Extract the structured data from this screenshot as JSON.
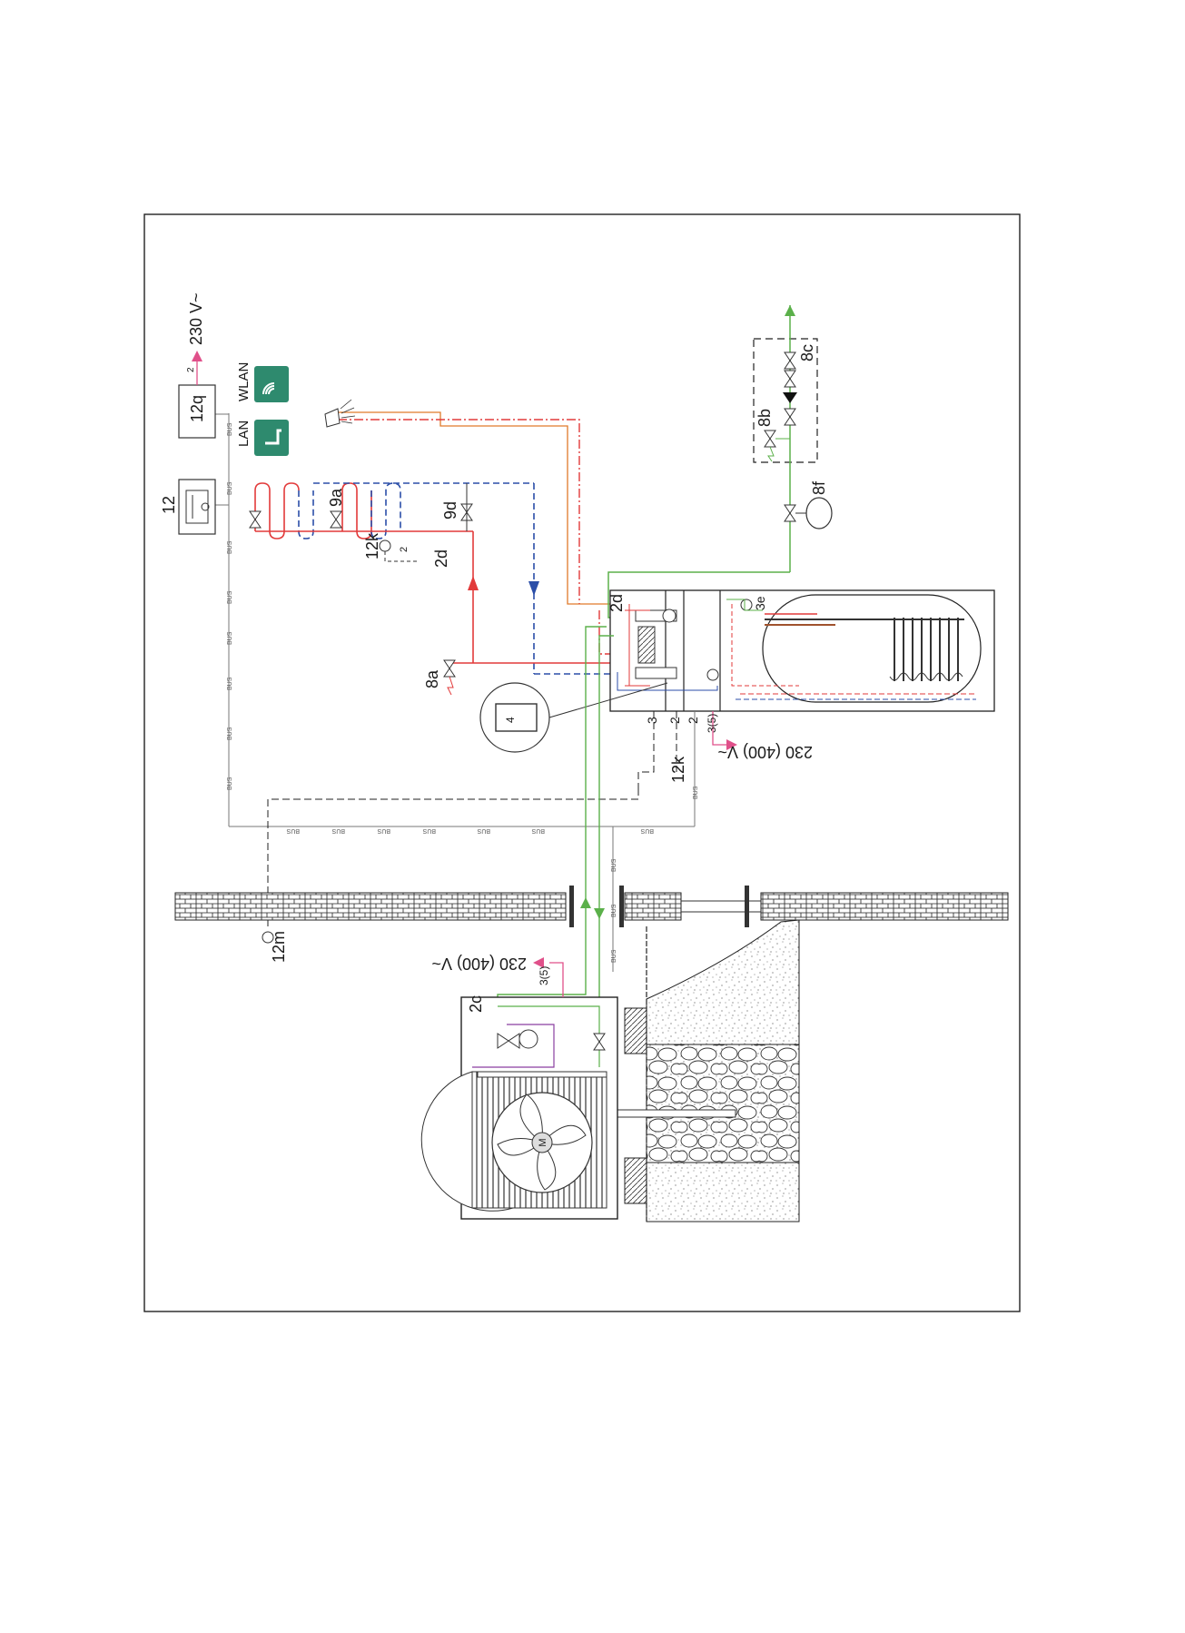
{
  "labels": {
    "controller": "12",
    "gateway": "12q",
    "supply_top": "230 V~",
    "supply_top_wires": "2",
    "lan": "LAN",
    "wlan": "WLAN",
    "valve_9a": "9a",
    "valve_9d": "9d",
    "sensor_12k_top": "12k",
    "sensor_2d_top": "2d",
    "wire_2_top": "2",
    "safety_8a": "8a",
    "storage_2d": "2d",
    "sensor_3e": "3e",
    "group_8b": "8b",
    "group_8c": "8c",
    "vessel_8f": "8f",
    "detail_4": "4",
    "wire_3": "3",
    "wire_2a": "2",
    "wire_2b": "2",
    "wire_3_5": "3(5)",
    "sensor_12k_bottom": "12k",
    "supply_storage": "230 (400) V~",
    "outdoor_sensor": "12m",
    "outdoor_unit": "2c",
    "supply_outdoor": "230 (400) V~",
    "supply_outdoor_wires": "3(5)",
    "bus_tag": "BUS",
    "motor": "M"
  },
  "colors": {
    "heating_flow": "#e23a3a",
    "heating_return": "#2b4ea8",
    "hot_water": "#e23a3a",
    "cold_water": "#5bb04a",
    "refrigerant": "#5bb04a",
    "power": "#e0508a",
    "circulation": "#e07a2a",
    "lan_badge": "#2e8a6e",
    "refrigerant_circuit": "#8a3fa0"
  },
  "icons": [
    "lan-icon",
    "wlan-icon",
    "shower-icon",
    "fan-icon",
    "motor-icon",
    "check-valve-icon",
    "expansion-vessel-icon",
    "temperature-sensor-icon"
  ]
}
